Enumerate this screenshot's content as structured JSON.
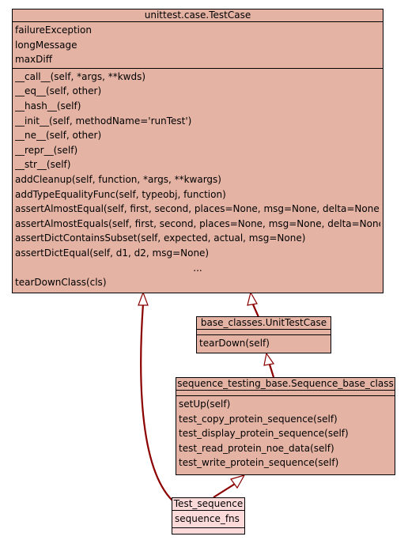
{
  "testcase": {
    "title": "unittest.case.TestCase",
    "attributes": [
      "failureException",
      "longMessage",
      "maxDiff"
    ],
    "methods": [
      "__call__(self, *args, **kwds)",
      "__eq__(self, other)",
      "__hash__(self)",
      "__init__(self, methodName='runTest')",
      "__ne__(self, other)",
      "__repr__(self)",
      "__str__(self)",
      "addCleanup(self, function, *args, **kwargs)",
      "addTypeEqualityFunc(self, typeobj, function)",
      "assertAlmostEqual(self, first, second, places=None, msg=None, delta=None)",
      "assertAlmostEquals(self, first, second, places=None, msg=None, delta=None)",
      "assertDictContainsSubset(self, expected, actual, msg=None)",
      "assertDictEqual(self, d1, d2, msg=None)",
      "...",
      "tearDownClass(cls)"
    ]
  },
  "unittestcase": {
    "title": "base_classes.UnitTestCase",
    "methods": [
      "tearDown(self)"
    ]
  },
  "sequencebase": {
    "title": "sequence_testing_base.Sequence_base_class",
    "methods": [
      "setUp(self)",
      "test_copy_protein_sequence(self)",
      "test_display_protein_sequence(self)",
      "test_read_protein_noe_data(self)",
      "test_write_protein_sequence(self)"
    ]
  },
  "testsequence": {
    "title": "Test_sequence",
    "attributes": [
      "sequence_fns"
    ]
  },
  "colors": {
    "class_fill": "#e4b3a4",
    "highlight_fill": "#fcdada",
    "edge": "#8b0000"
  }
}
